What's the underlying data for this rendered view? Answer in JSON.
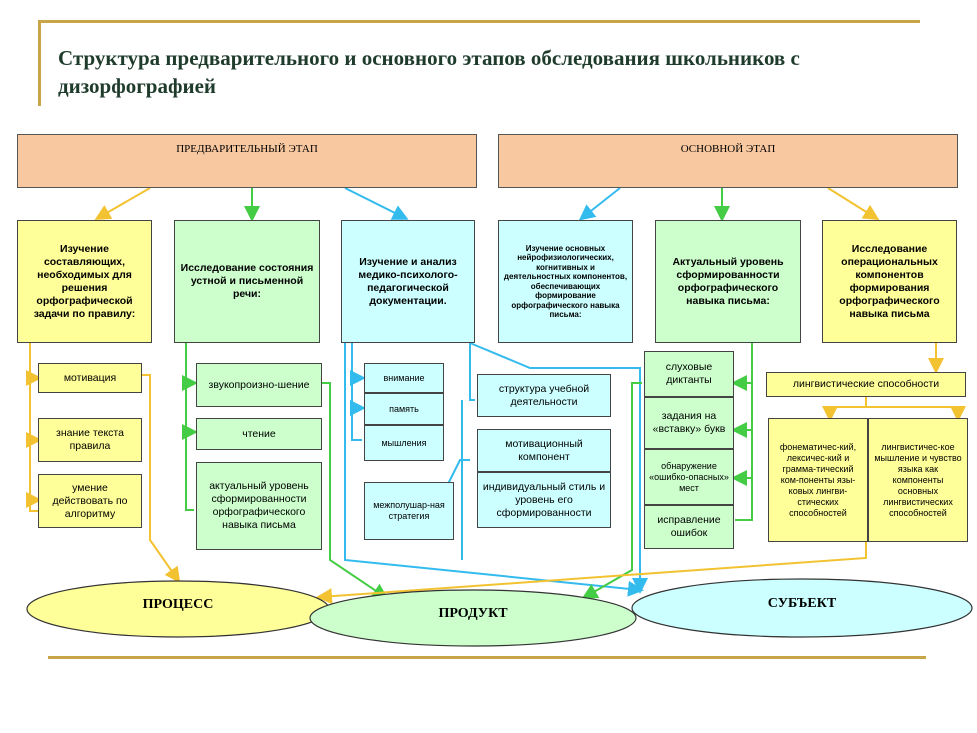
{
  "title": "Структура предварительного и основного этапов обследования школьников с дизорфографией",
  "stages": {
    "preliminary": "ПРЕДВАРИТЕЛЬНЫЙ ЭТАП",
    "main": "ОСНОВНОЙ ЭТАП"
  },
  "columns": {
    "c1": "Изучение составляющих, необходимых для решения орфографической задачи по правилу:",
    "c2": "Исследование состояния устной и письменной речи:",
    "c3": "Изучение и анализ медико-психолого-педагогической документации.",
    "c4": "Изучение основных нейрофизиологических, когнитивных и деятельностных компонентов, обеспечивающих формирование орфографического навыка письма:",
    "c5": "Актуальный уровень сформированности орфографического навыка письма:",
    "c6": "Исследование операциональных компонентов формирования орфографического навыка письма"
  },
  "c1_items": [
    "мотивация",
    "знание текста правила",
    "умение действовать по алгоритму"
  ],
  "c2_items": [
    "звукопроизно-шение",
    "чтение",
    "актуальный уровень сформированности орфографического навыка письма"
  ],
  "c3_items": [
    "внимание",
    "память",
    "мышления",
    "межполушар-ная стратегия"
  ],
  "c4_items": [
    "структура учебной деятельности",
    "мотивационный компонент",
    "индивидуальный стиль и уровень его сформированности"
  ],
  "c5_items": [
    "слуховые диктанты",
    "задания на «вставку» букв",
    "обнаружение «ошибко-опасных» мест",
    "исправление ошибок"
  ],
  "c6_items": {
    "top": "лингвистические способности",
    "left": "фонематичес-кий, лексичес-кий и грамма-тический ком-поненты язы-ковых лингви-стических способностей",
    "right": "лингвистичес-кое мышление и чувство языка как компоненты основных лингвистических способностей"
  },
  "outcomes": [
    "ПРОЦЕСС",
    "ПРОДУКТ",
    "СУБЪЕКТ"
  ],
  "colors": {
    "peach": "#f8c8a0",
    "yellow": "#ffff99",
    "green": "#ccffcc",
    "cyan": "#ccffff",
    "arrow_yellow": "#f2c230",
    "arrow_green": "#44cc44",
    "arrow_cyan": "#33bbee",
    "rule": "#c8a648"
  }
}
